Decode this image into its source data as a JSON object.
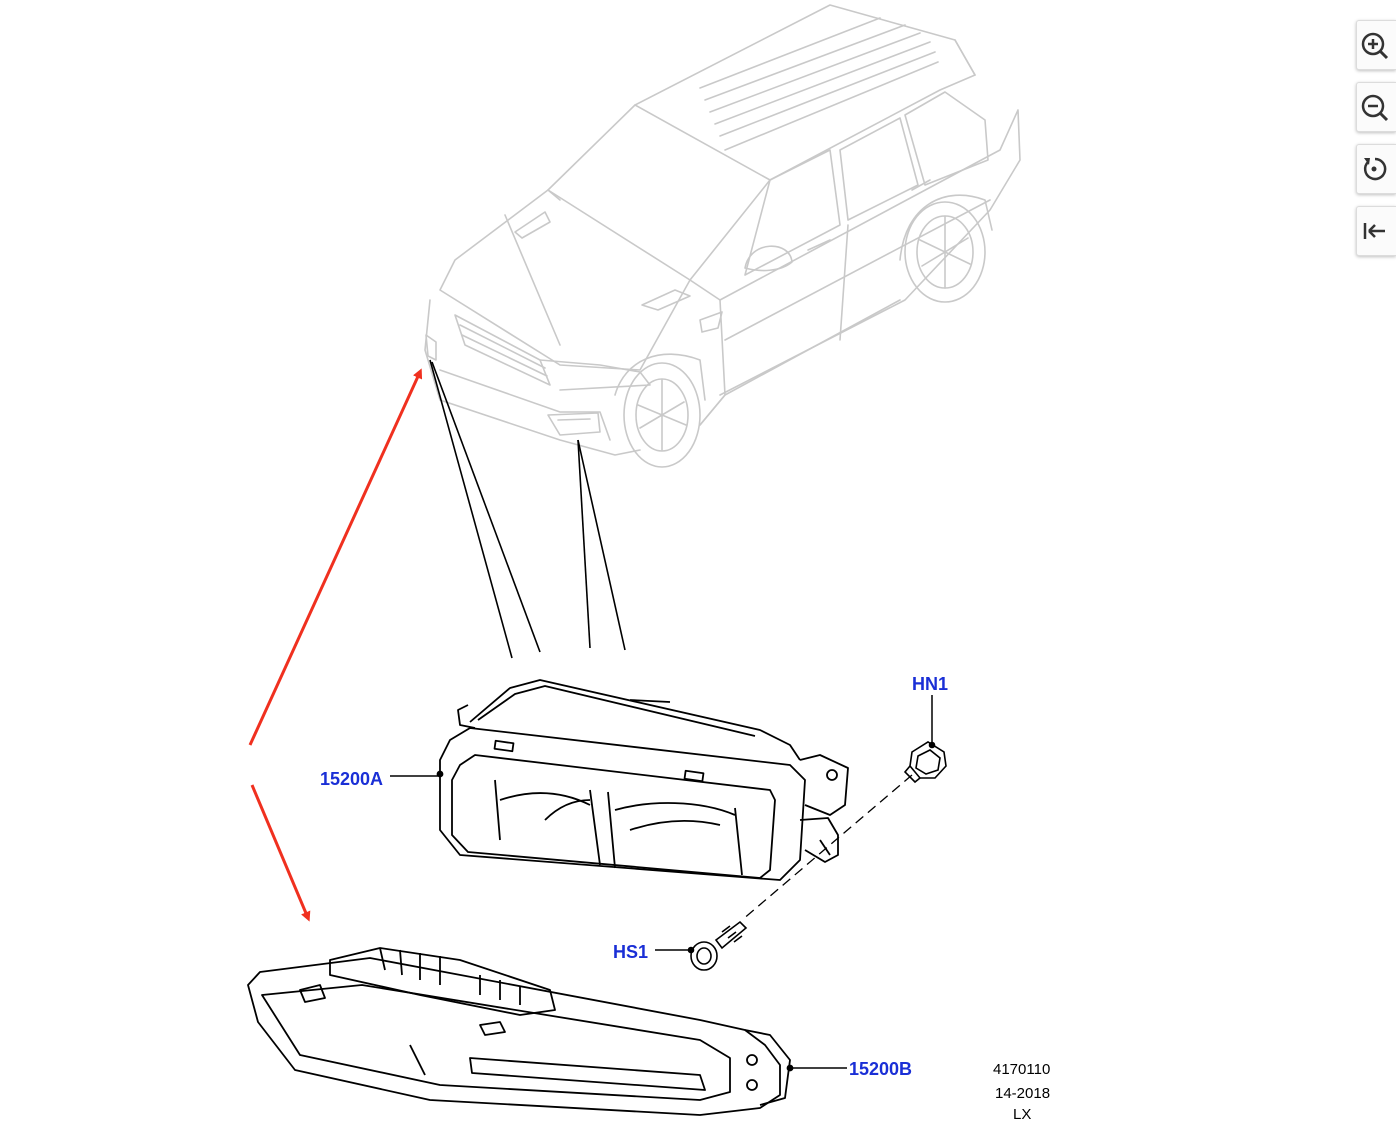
{
  "colors": {
    "callout": "#1a2fd6",
    "arrow": "#f0301f",
    "line": "#000000",
    "vehicle": "#c9c9c9"
  },
  "callouts": {
    "hn1": "HN1",
    "a15200": "15200A",
    "hs1": "HS1",
    "b15200": "15200B"
  },
  "reference": {
    "number": "4170110",
    "date": "14-2018",
    "code": "LX"
  },
  "toolbar": {
    "zoom_in": "zoom-in-icon",
    "zoom_out": "zoom-out-icon",
    "reset": "reset-icon",
    "collapse": "collapse-panel-icon"
  }
}
